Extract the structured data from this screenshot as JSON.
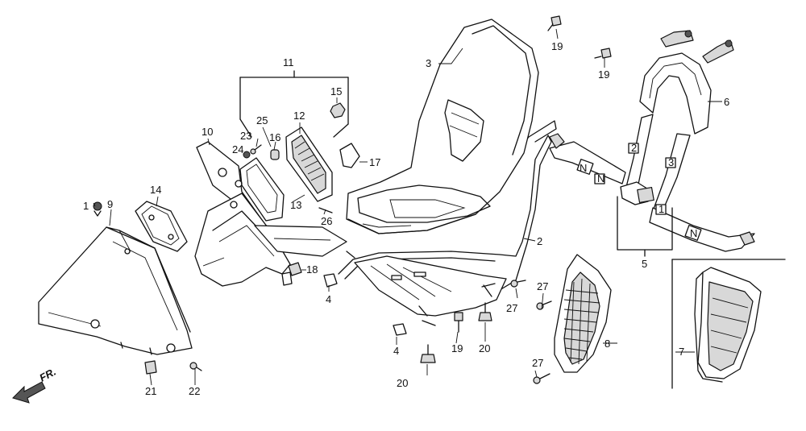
{
  "labels": {
    "p1": "1",
    "p2": "2",
    "p3": "3",
    "p4a": "4",
    "p4b": "4",
    "p5": "5",
    "p6": "6",
    "p7": "7",
    "p8": "8",
    "p9": "9",
    "p10": "10",
    "p11": "11",
    "p12": "12",
    "p13": "13",
    "p14": "14",
    "p15": "15",
    "p16": "16",
    "p17": "17",
    "p18": "18",
    "p19a": "19",
    "p19b": "19",
    "p19c": "19",
    "p20a": "20",
    "p20b": "20",
    "p21": "21",
    "p22": "22",
    "p23": "23",
    "p24": "24",
    "p25": "25",
    "p26": "26",
    "p27a": "27",
    "p27b": "27",
    "p27c": "27"
  },
  "front_indicator": "FR.",
  "harness_letters": {
    "n1": "N",
    "n2": "N",
    "n3": "3",
    "n4": "2",
    "n5": "1",
    "n6": "N"
  }
}
